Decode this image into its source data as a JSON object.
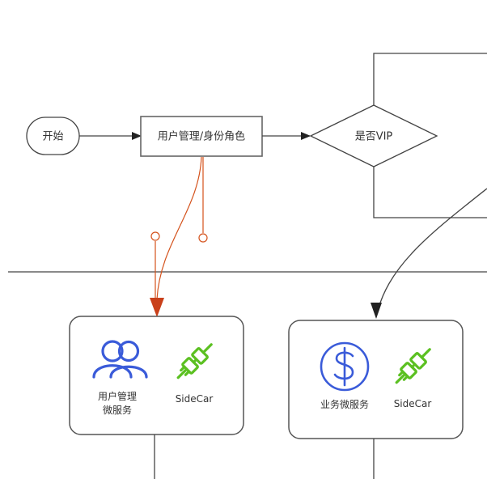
{
  "nodes": {
    "start": "开始",
    "user_role": "用户管理/身份角色",
    "is_vip": "是否VIP"
  },
  "services": {
    "user": {
      "name_line1": "用户管理",
      "name_line2": "微服务",
      "sidecar": "SideCar",
      "icon": "users-icon"
    },
    "business": {
      "name": "业务微服务",
      "sidecar": "SideCar",
      "icon": "dollar-icon"
    }
  },
  "colors": {
    "line": "#444444",
    "box_stroke": "#666666",
    "flow_red": "#d4521c",
    "icon_blue": "#3a5bd9",
    "icon_green": "#5bc021"
  }
}
